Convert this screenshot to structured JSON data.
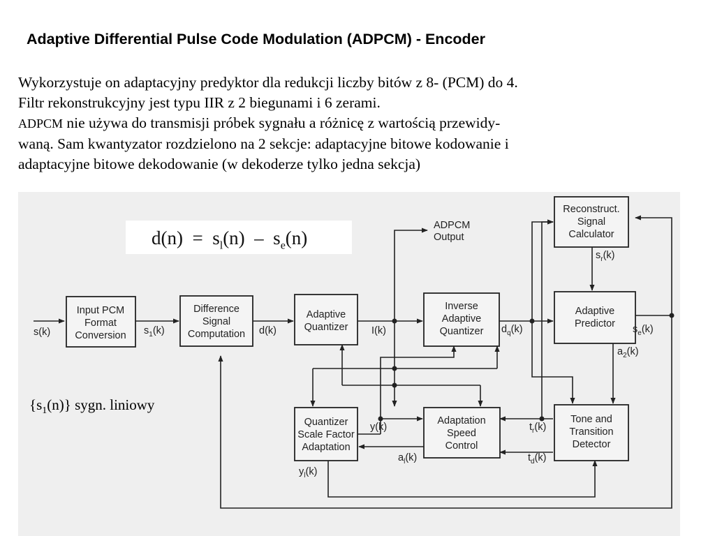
{
  "title": "Adaptive Differential Pulse Code Modulation (ADPCM) - Encoder",
  "paragraph": {
    "line1": "Wykorzystuje on adaptacyjny predyktor dla redukcji liczby bitów z 8- (PCM) do 4.",
    "line2": "Filtr rekonstrukcyjny jest typu IIR z 2 biegunami i 6 zerami.",
    "line3_abbr": "ADPCM",
    "line3_rest": " nie używa do transmisji próbek sygnału a różnicę z wartością przewidy-",
    "line4": "waną. Sam kwantyzator rozdzielono na 2 sekcje: adaptacyjne bitowe kodowanie i",
    "line5": "adaptacyjne bitowe dekodowanie (w dekoderze tylko jedna sekcja)"
  },
  "equation": {
    "lhs": "d(n)",
    "equals": "=",
    "s1": "s",
    "s1_sub": "l",
    "arg1": "(n)",
    "minus": "–",
    "s2": "s",
    "s2_sub": "e",
    "arg2": "(n)"
  },
  "linear_note": {
    "open": "{s",
    "sub": "1",
    "close": "(n)} sygn. liniowy"
  },
  "blocks": {
    "input_pcm": [
      "Input PCM",
      "Format",
      "Conversion"
    ],
    "difference": [
      "Difference",
      "Signal",
      "Computation"
    ],
    "quantizer": [
      "Adaptive",
      "Quantizer"
    ],
    "inverse_quantizer": [
      "Inverse",
      "Adaptive",
      "Quantizer"
    ],
    "predictor": [
      "Adaptive",
      "Predictor"
    ],
    "reconstruct": [
      "Reconstruct.",
      "Signal",
      "Calculator"
    ],
    "scale_factor": [
      "Quantizer",
      "Scale Factor",
      "Adaptation"
    ],
    "speed_control": [
      "Adaptation",
      "Speed",
      "Control"
    ],
    "tone_detector": [
      "Tone and",
      "Transition",
      "Detector"
    ]
  },
  "adpcm_output": [
    "ADPCM",
    "Output"
  ],
  "signals": {
    "sk": "s(k)",
    "s1k_main": "s",
    "s1k_sub": "1",
    "s1k_tail": "(k)",
    "dk": "d(k)",
    "ik": "I(k)",
    "dqk_main": "d",
    "dqk_sub": "q",
    "dqk_tail": "(k)",
    "sek_main": "s",
    "sek_sub": "e",
    "sek_tail": "(k)",
    "srk_main": "s",
    "srk_sub": "r",
    "srk_tail": "(k)",
    "a2k_main": "a",
    "a2k_sub": "2",
    "a2k_tail": "(k)",
    "yk": "y(k)",
    "ylk_main": "y",
    "ylk_sub": "l",
    "ylk_tail": "(k)",
    "alk_main": "a",
    "alk_sub": "l",
    "alk_tail": "(k)",
    "trk_main": "t",
    "trk_sub": "r",
    "trk_tail": "(k)",
    "tdk_main": "t",
    "tdk_sub": "d",
    "tdk_tail": "(k)"
  }
}
